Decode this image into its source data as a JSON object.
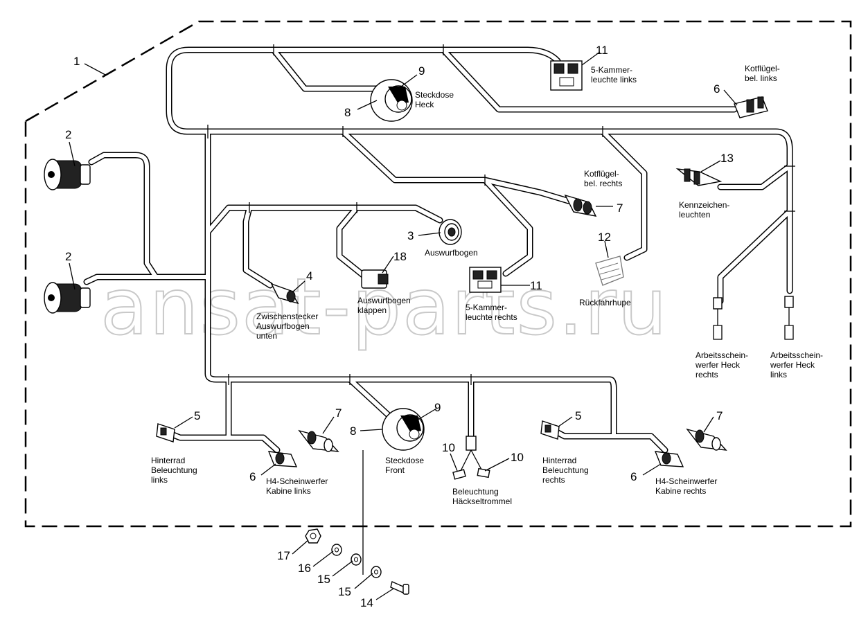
{
  "watermark": "ansat-parts.ru",
  "callouts": {
    "c1": "1",
    "c2a": "2",
    "c2b": "2",
    "c3": "3",
    "c4": "4",
    "c5a": "5",
    "c5b": "5",
    "c6a": "6",
    "c6b": "6",
    "c6c": "6",
    "c7a": "7",
    "c7b": "7",
    "c7c": "7",
    "c8a": "8",
    "c8b": "8",
    "c9a": "9",
    "c9b": "9",
    "c10a": "10",
    "c10b": "10",
    "c11a": "11",
    "c11b": "11",
    "c12": "12",
    "c13": "13",
    "c14": "14",
    "c15a": "15",
    "c15b": "15",
    "c16": "16",
    "c17": "17",
    "c18": "18"
  },
  "labels": {
    "steckdose_heck": [
      "Steckdose",
      "Heck"
    ],
    "kammer_links": [
      "5-Kammer-",
      "leuchte links"
    ],
    "kotfluegel_links": [
      "Kotflügel-",
      "bel. links"
    ],
    "kotfluegel_rechts": [
      "Kotflügel-",
      "bel. rechts"
    ],
    "kennzeichen": [
      "Kennzeichen-",
      "leuchten"
    ],
    "auswurfbogen": [
      "Auswurfbogen"
    ],
    "zwischenstecker": [
      "Zwischenstecker",
      "Auswurfbogen",
      "unten"
    ],
    "auswurfbogen_klappen": [
      "Auswurfbogen",
      "klappen"
    ],
    "kammer_rechts": [
      "5-Kammer-",
      "leuchte rechts"
    ],
    "rueckfahrhupe": [
      "Rückfahrhupe"
    ],
    "arbeits_rechts": [
      "Arbeitsschein-",
      "werfer Heck",
      "rechts"
    ],
    "arbeits_links": [
      "Arbeitsschein-",
      "werfer Heck",
      "links"
    ],
    "hinterrad_links": [
      "Hinterrad",
      "Beleuchtung",
      "links"
    ],
    "h4_links": [
      "H4-Scheinwerfer",
      "Kabine links"
    ],
    "steckdose_front": [
      "Steckdose",
      "Front"
    ],
    "beleuchtung_haeckseltrommel": [
      "Beleuchtung",
      "Häckseltrommel"
    ],
    "hinterrad_rechts": [
      "Hinterrad",
      "Beleuchtung",
      "rechts"
    ],
    "h4_rechts": [
      "H4-Scheinwerfer",
      "Kabine rechts"
    ]
  }
}
